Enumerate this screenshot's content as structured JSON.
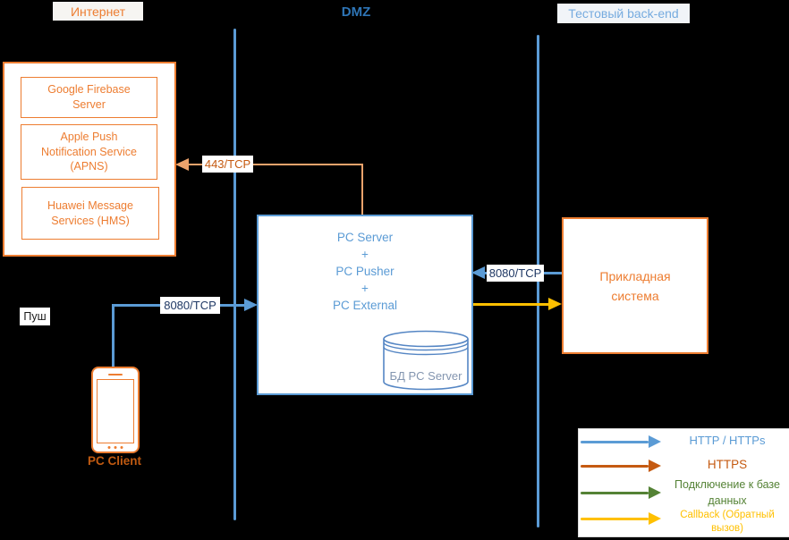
{
  "zones": {
    "internet": "Интернет",
    "dmz": "DMZ",
    "backend": "Тестовый back-end"
  },
  "internet_services": {
    "items": [
      {
        "label": "Google Firebase Server"
      },
      {
        "label": "Apple Push Notification Service (APNS)"
      },
      {
        "label": "Huawei Message Services (HMS)"
      }
    ]
  },
  "dmz_server": {
    "lines": [
      "PC Server",
      "+",
      "PC Pusher",
      "+",
      "PC External"
    ],
    "database": "БД PC Server"
  },
  "backend_system": {
    "label": "Прикладная система"
  },
  "client": {
    "device_label": "PC Client",
    "push_label": "Пуш"
  },
  "connections": {
    "https": {
      "port": "443/TCP",
      "color": "#ECA36C"
    },
    "client_push": {
      "port": "8080/TCP",
      "color": "#5B9BD5"
    },
    "backend_http": {
      "port": "8080/TCP",
      "color": "#5B9BD5"
    },
    "callback": {
      "color": "#FFC000"
    }
  },
  "legend": {
    "items": [
      {
        "label": "HTTP / HTTPs",
        "color": "#5B9BD5"
      },
      {
        "label": "HTTPS",
        "color": "#C55A11"
      },
      {
        "label": "Подключение к базе данных",
        "color": "#548235"
      },
      {
        "label": "Callback (Обратный вызов)",
        "color": "#FFC000"
      }
    ]
  }
}
